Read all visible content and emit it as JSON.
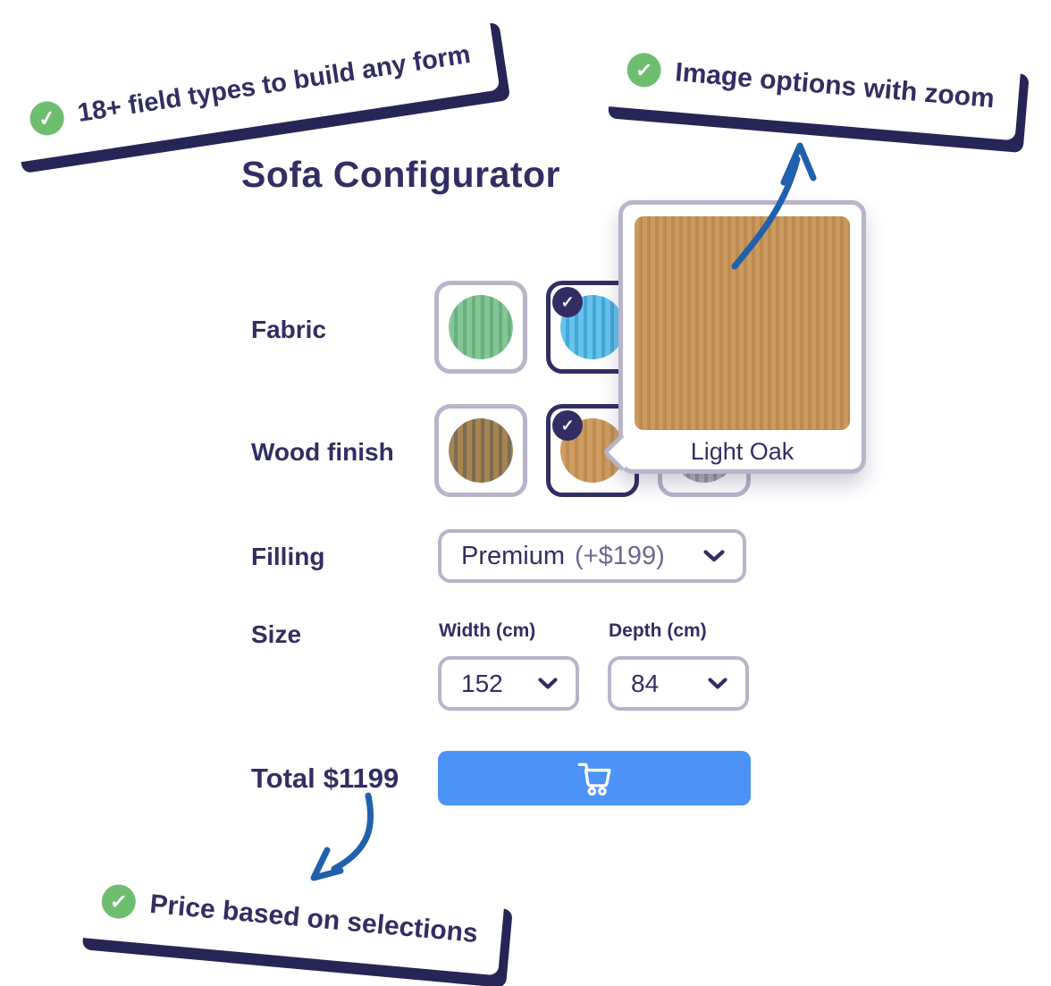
{
  "callouts": {
    "field_types": {
      "text": "18+ field types to build any form"
    },
    "image_zoom": {
      "text": "Image options with zoom"
    },
    "price": {
      "text": "Price based on selections"
    }
  },
  "configurator": {
    "title": "Sofa Configurator",
    "fabric": {
      "label": "Fabric",
      "options": [
        {
          "name": "fabric-green-stripe",
          "base": "#84c795",
          "stripe": "#68b07f",
          "selected": false
        },
        {
          "name": "fabric-blue-stripe",
          "base": "#66c3ec",
          "stripe": "#43a7d9",
          "selected": true
        }
      ]
    },
    "wood": {
      "label": "Wood finish",
      "options": [
        {
          "name": "wood-walnut",
          "base": "#a5854f",
          "stripe": "#7d6b55",
          "selected": false
        },
        {
          "name": "wood-light-oak",
          "base": "#cf9d60",
          "stripe": "#bf8d51",
          "selected": true
        },
        {
          "name": "wood-gray",
          "base": "#b2b2ba",
          "stripe": "#95959f",
          "selected": false
        }
      ]
    },
    "zoom_popup": {
      "caption": "Light Oak",
      "texture": {
        "base": "#cb9a5f",
        "stripe": "#bd8a50"
      }
    },
    "filling": {
      "label": "Filling",
      "value": "Premium",
      "surcharge": "(+$199)"
    },
    "size": {
      "label": "Size",
      "width_label": "Width (cm)",
      "width_value": "152",
      "depth_label": "Depth (cm)",
      "depth_value": "84"
    },
    "total": {
      "label": "Total",
      "value": "$1199"
    }
  },
  "icons": {
    "check": "✓"
  },
  "colors": {
    "navy_text": "#322e63",
    "navy_shadow": "#272456",
    "border_light": "#b9b4c9",
    "green_check": "#6fbe6f",
    "accent_blue": "#4b93f7",
    "arrow_blue": "#2160ac",
    "muted_text": "#6c6894"
  }
}
